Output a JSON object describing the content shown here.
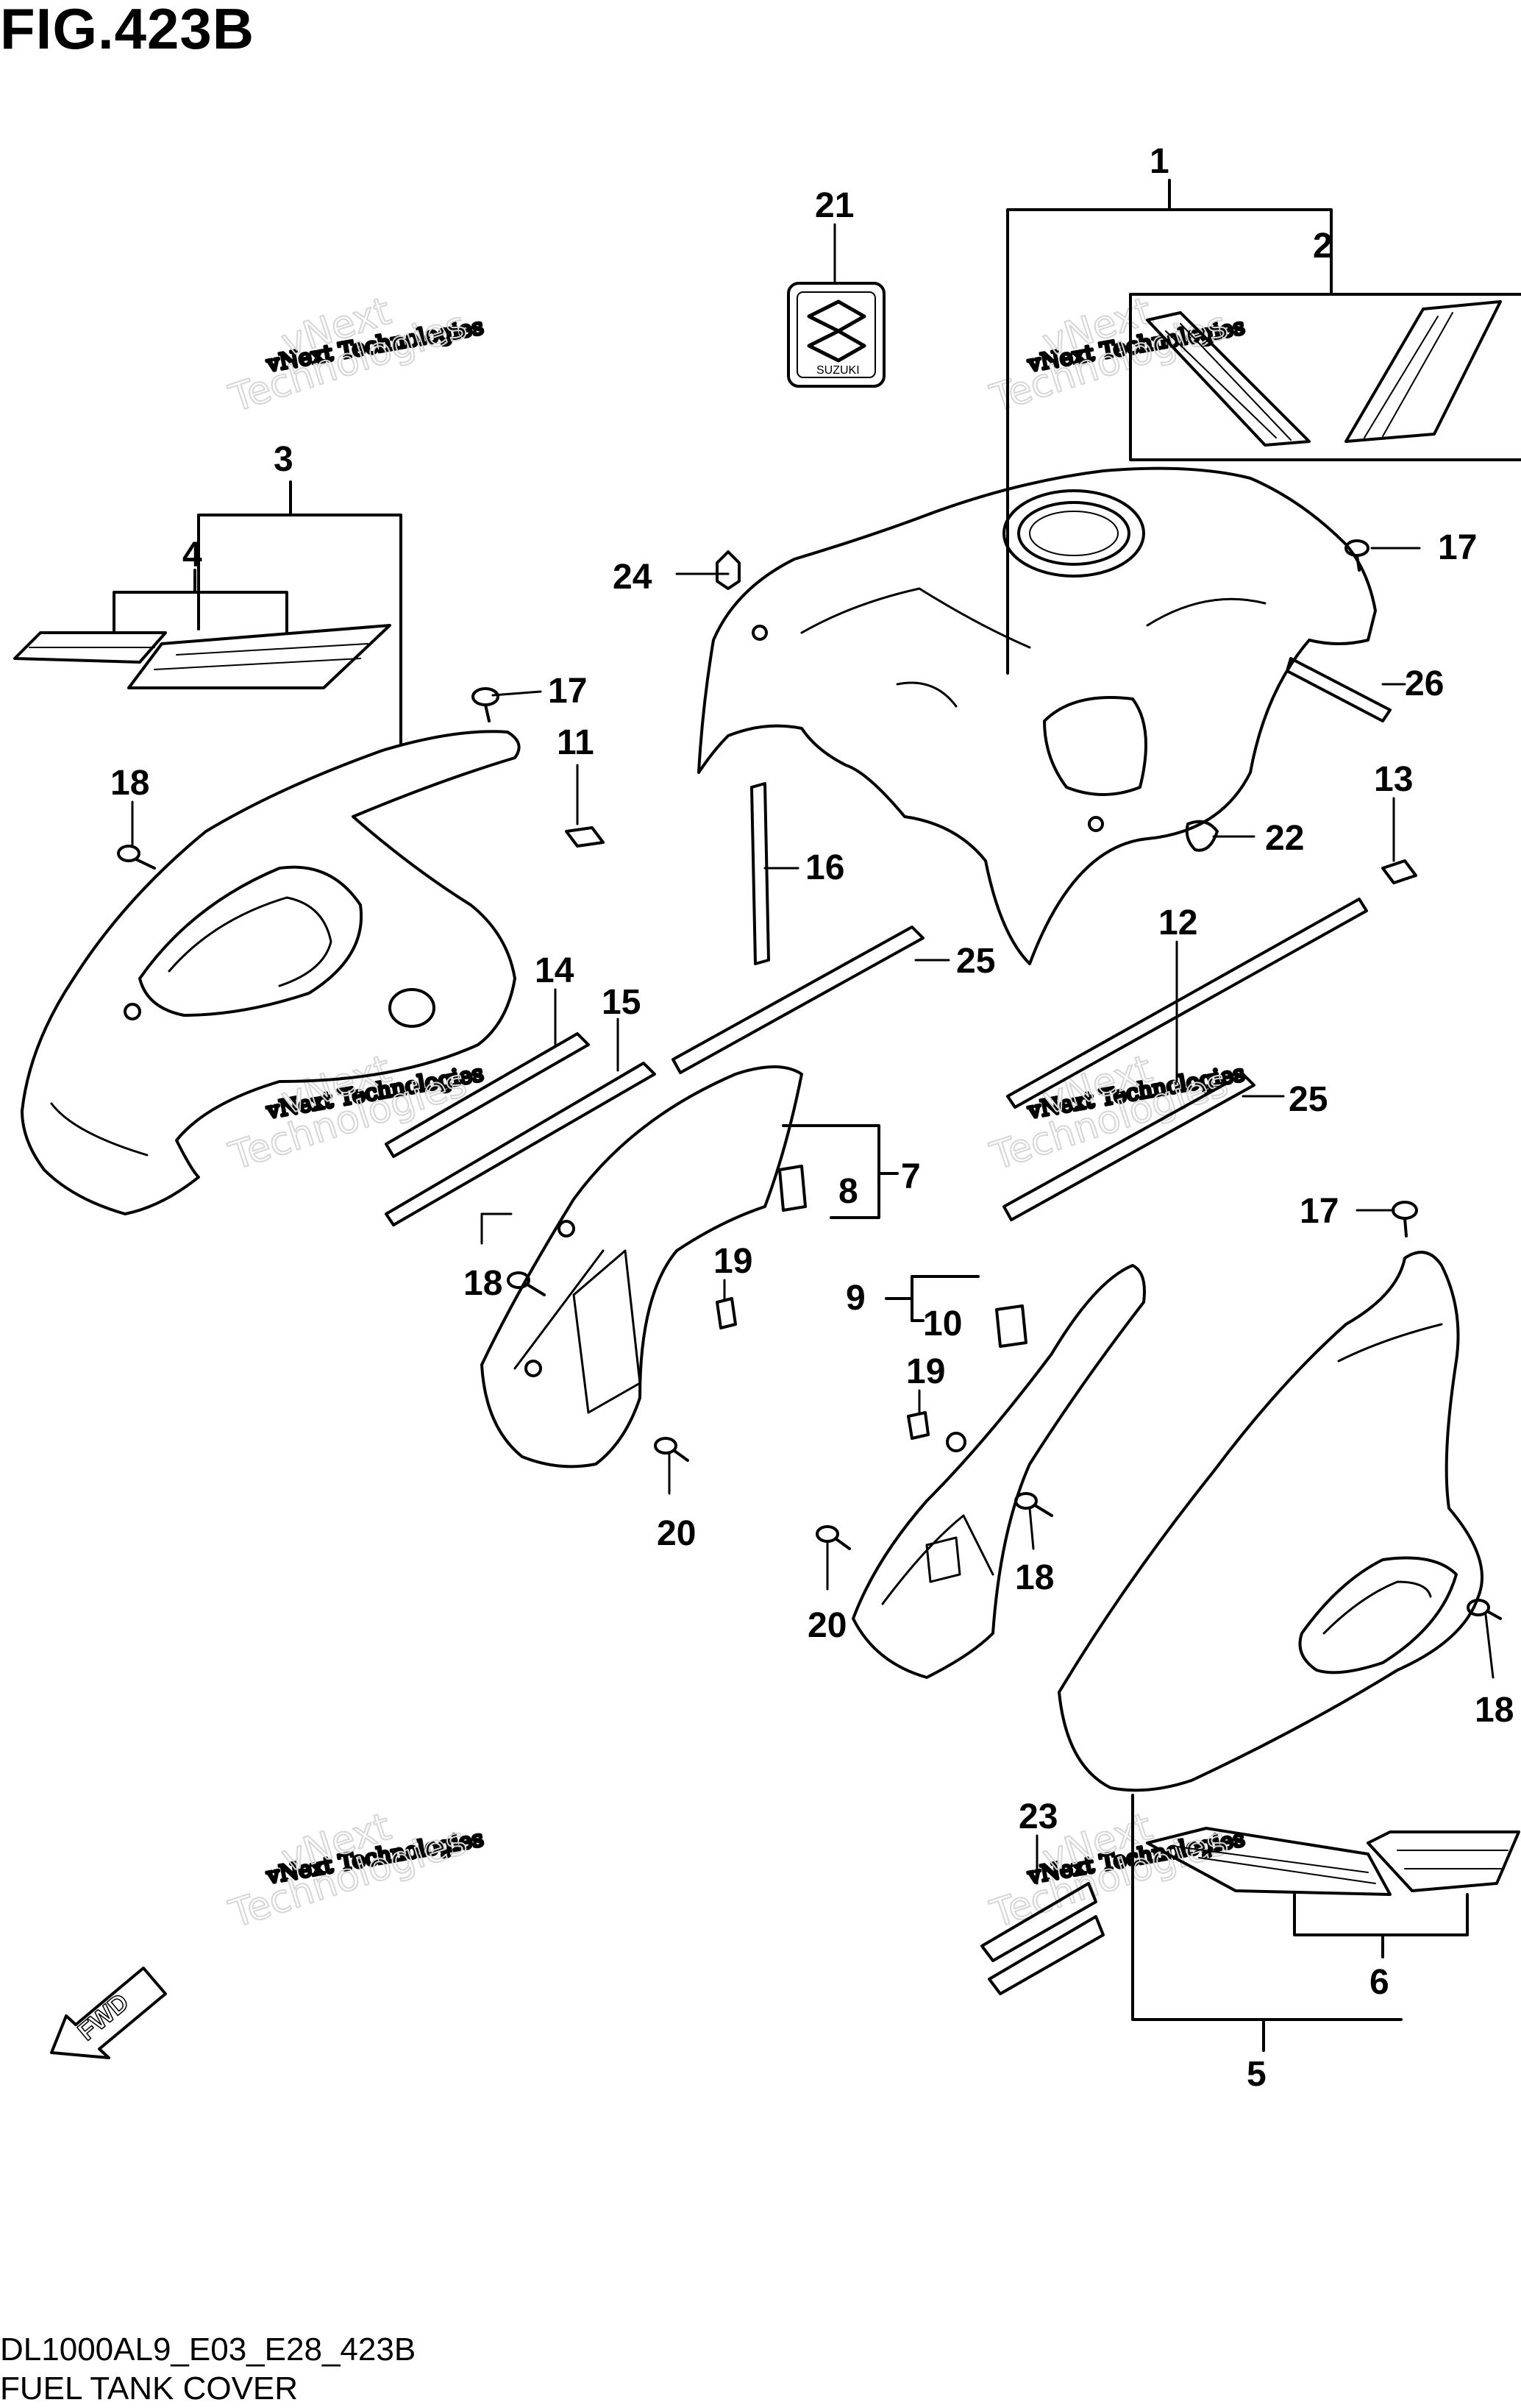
{
  "figure": {
    "title": "FIG.423B",
    "code": "DL1000AL9_E03_E28_423B",
    "name": "FUEL TANK COVER"
  },
  "watermark": {
    "line1": "vNext Technologies",
    "line2a": "vNext",
    "line2b": "Technologies"
  },
  "fwd_label": "FWD",
  "emblem_text": "SUZUKI",
  "callouts": {
    "c1": "1",
    "c2": "2",
    "c3": "3",
    "c4": "4",
    "c5": "5",
    "c6": "6",
    "c7": "7",
    "c8": "8",
    "c9": "9",
    "c10": "10",
    "c11": "11",
    "c12": "12",
    "c13": "13",
    "c14": "14",
    "c15": "15",
    "c16": "16",
    "c17a": "17",
    "c17b": "17",
    "c17c": "17",
    "c18a": "18",
    "c18b": "18",
    "c18c": "18",
    "c18d": "18",
    "c19a": "19",
    "c19b": "19",
    "c20a": "20",
    "c20b": "20",
    "c21": "21",
    "c22": "22",
    "c23": "23",
    "c24": "24",
    "c25a": "25",
    "c25b": "25",
    "c26": "26"
  }
}
